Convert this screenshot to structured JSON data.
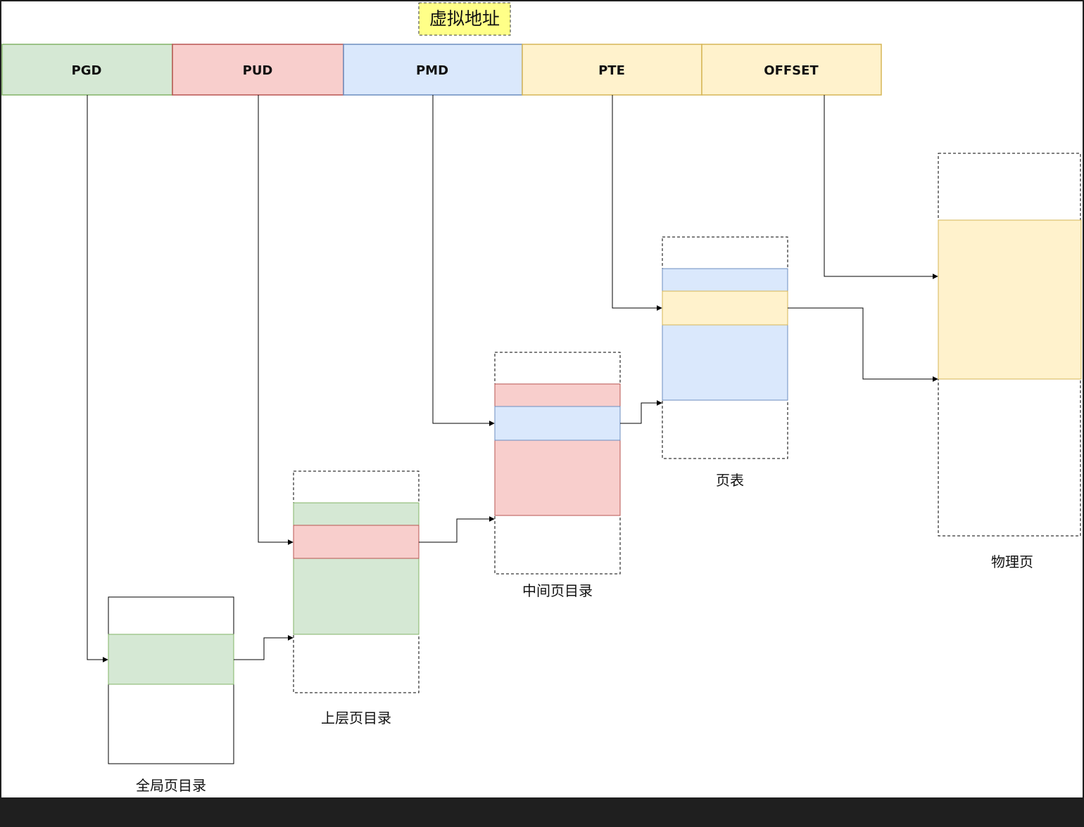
{
  "title": "虚拟地址",
  "segments": [
    "PGD",
    "PUD",
    "PMD",
    "PTE",
    "OFFSET"
  ],
  "tables": [
    "全局页目录",
    "上层页目录",
    "中间页目录",
    "页表",
    "物理页"
  ],
  "colors": {
    "green_fill": "#d5e8d4",
    "green_stroke": "#82b366",
    "red_fill": "#f8cecc",
    "red_stroke": "#b85450",
    "blue_fill": "#dae8fc",
    "blue_stroke": "#6c8ebf",
    "yellow_fill": "#fff2cc",
    "yellow_stroke": "#d6b656",
    "title_fill": "#ffff88",
    "title_stroke": "#36393d"
  }
}
